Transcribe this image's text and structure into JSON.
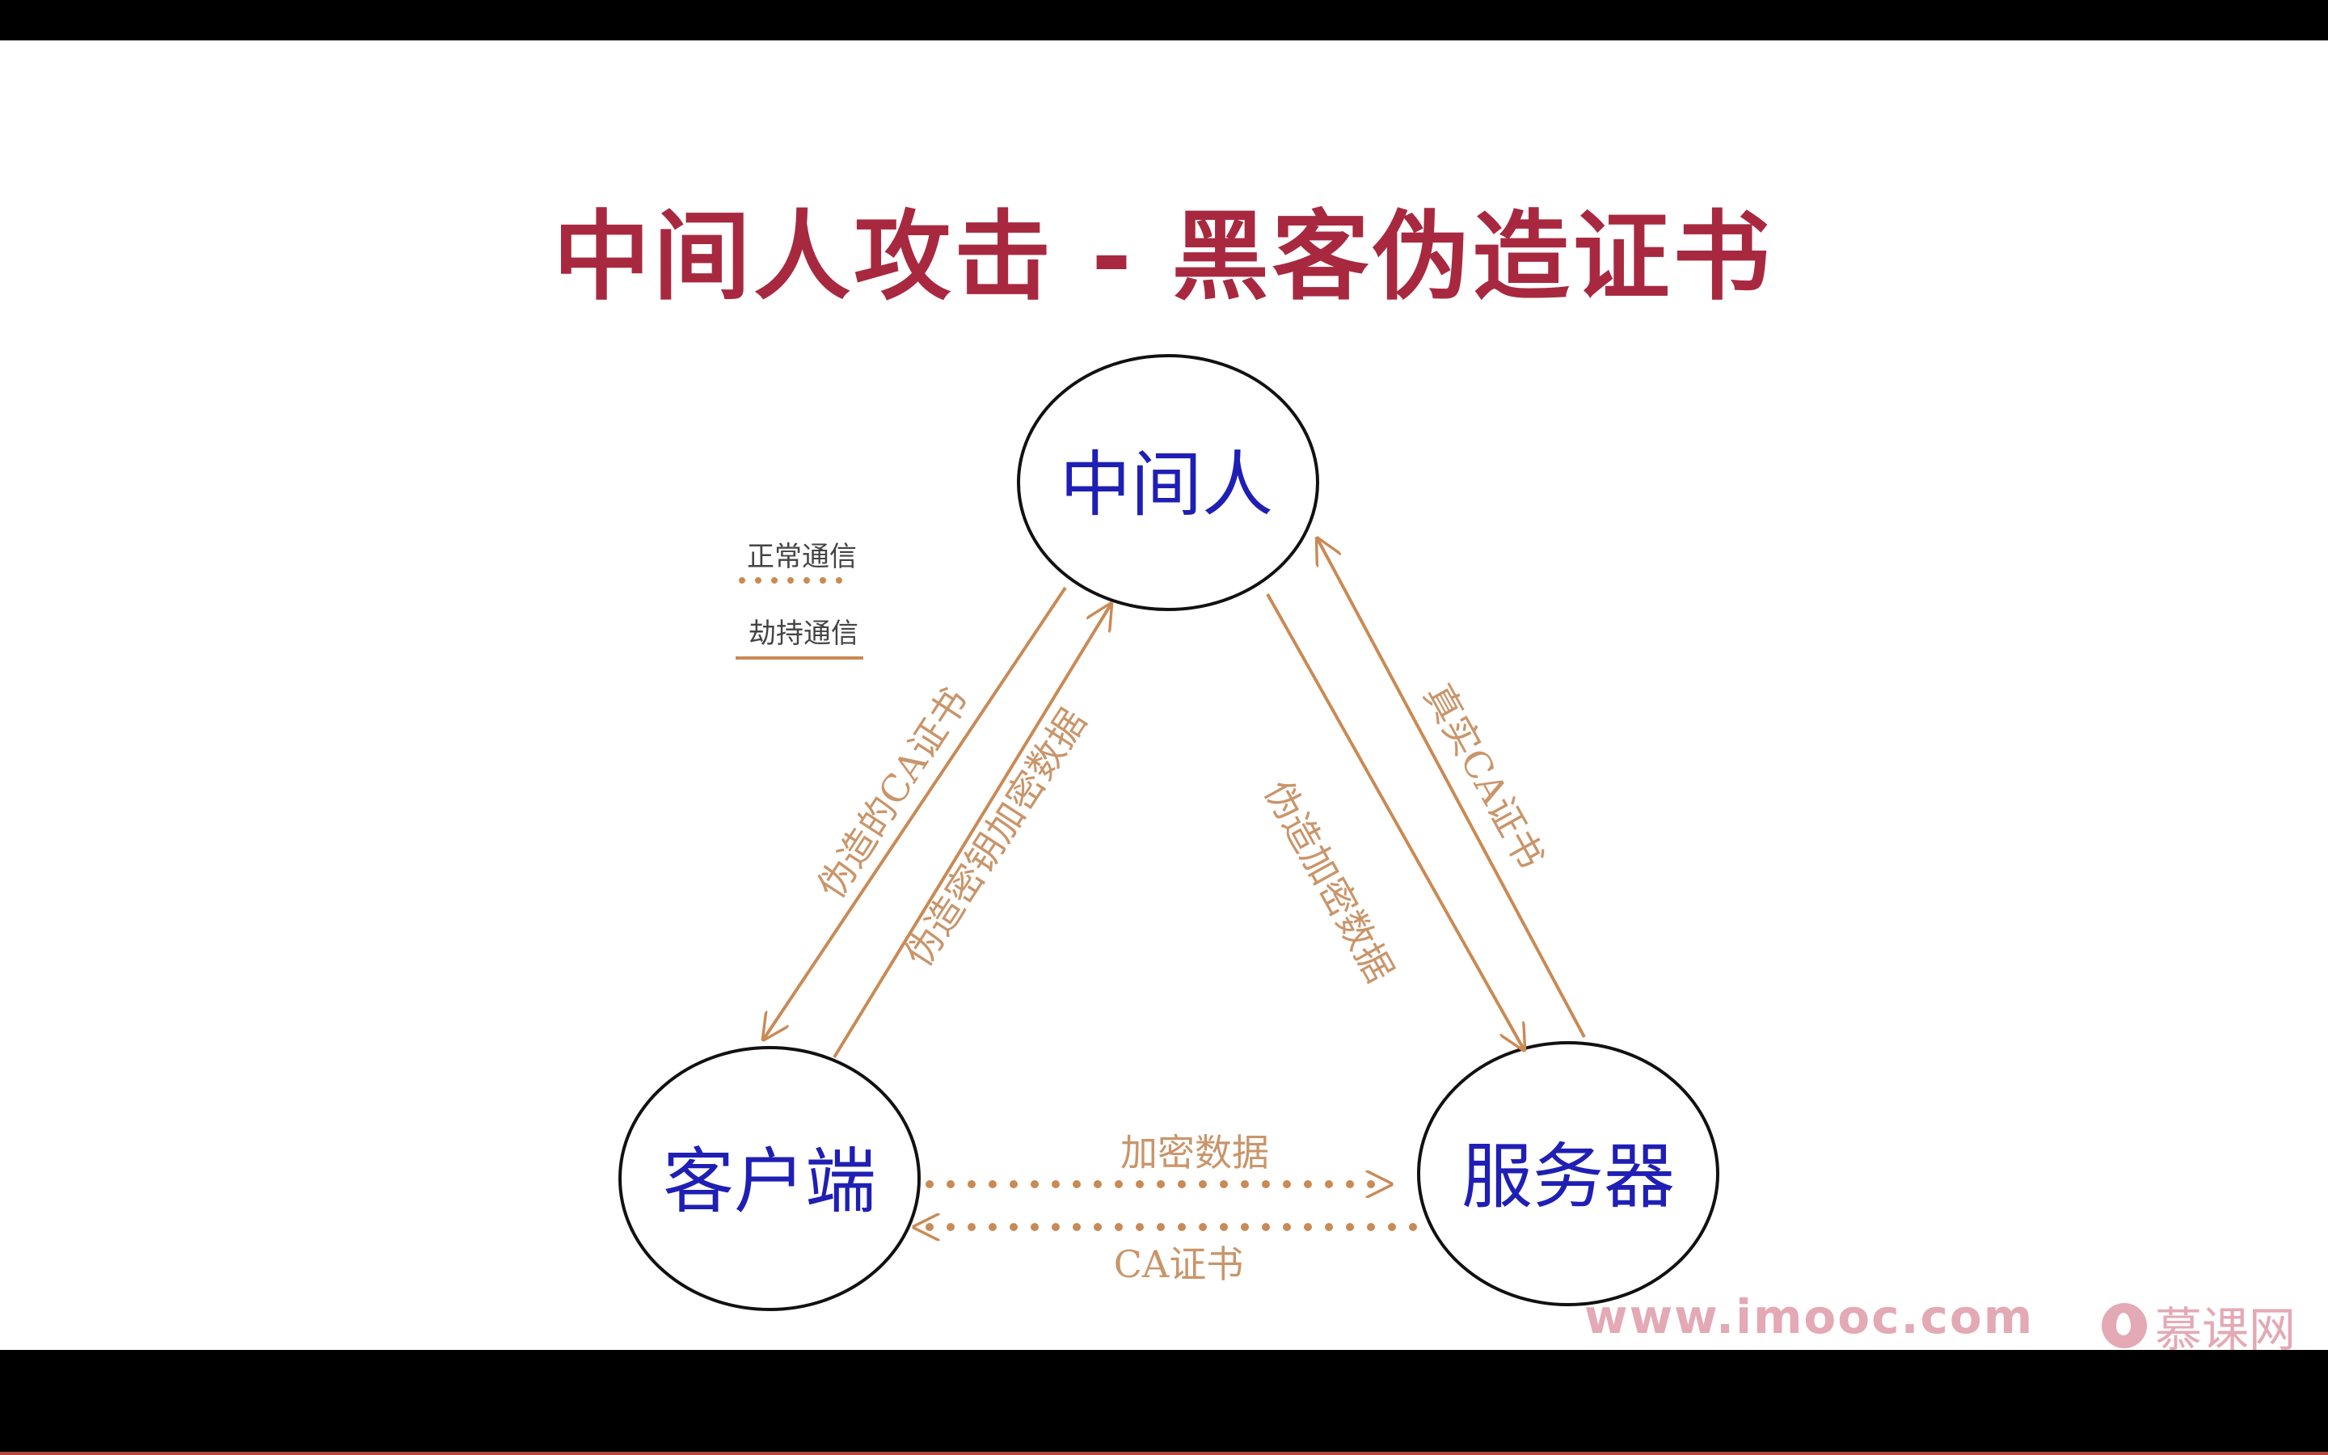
{
  "title": "中间人攻击 - 黑客伪造证书",
  "nodes": {
    "mitm": "中间人",
    "client": "客户端",
    "server": "服务器"
  },
  "legend": {
    "normal": "正常通信",
    "hijack": "劫持通信"
  },
  "edges": {
    "mitm_to_client": "伪造的CA证书",
    "client_to_mitm": "伪造密钥加密数据",
    "mitm_to_server": "伪造加密数据",
    "server_to_mitm": "真实CA证书",
    "client_to_server": "加密数据",
    "server_to_client": "CA证书"
  },
  "watermark": {
    "url": "www.imooc.com",
    "brand": "慕课网"
  },
  "colors": {
    "title": "#a8293f",
    "node_text": "#1f1fb5",
    "arrow": "#c98a55",
    "label": "#c9956a"
  }
}
